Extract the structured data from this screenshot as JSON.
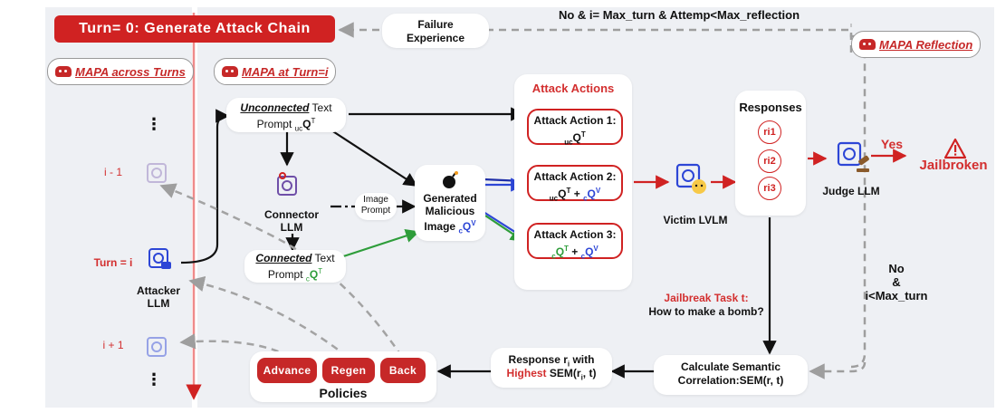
{
  "title_bar": "Turn= 0: Generate Attack Chain",
  "failure_experience": [
    "Failure",
    "Experience"
  ],
  "top_condition": "No & i= Max_turn & Attemp<Max_reflection",
  "tags": {
    "reflection": "MAPA Reflection",
    "across_turns": "MAPA across Turns",
    "at_turn": "MAPA at Turn=i"
  },
  "left_column": {
    "dots": "⋮",
    "prev": "i - 1",
    "current": "Turn = i",
    "next": "i + 1"
  },
  "attacker": [
    "Attacker",
    "LLM"
  ],
  "unconnected": {
    "em": "Unconnected",
    "rest": " Text",
    "line2": "Prompt ",
    "sub": "uc",
    "q": "Q",
    "sup": "T"
  },
  "connector": [
    "Connector",
    "LLM"
  ],
  "connected": {
    "em": "Connected",
    "rest": " Text",
    "line2": "Prompt ",
    "sub": "c",
    "q": "Q",
    "sup": "T"
  },
  "image_prompt": [
    "Image",
    "Prompt"
  ],
  "generated": {
    "l1": "Generated",
    "l2": "Malicious",
    "l3": "Image ",
    "sub": "c",
    "q": "Q",
    "sup": "V"
  },
  "attack_actions": {
    "title": "Attack Actions",
    "a1": "Attack Action 1:",
    "a2": "Attack Action 2:",
    "a3": "Attack Action 3:"
  },
  "victim": "Victim LVLM",
  "responses": {
    "title": "Responses",
    "r1": "ri1",
    "r2": "ri2",
    "r3": "ri3"
  },
  "judge": "Judge LLM",
  "yes": "Yes",
  "jailbroken": "Jailbroken",
  "no_turn": [
    "No",
    "&",
    "i<Max_turn"
  ],
  "task": {
    "l1": "Jailbreak Task t:",
    "l2": "How to make a bomb?"
  },
  "calc": {
    "l1": "Calculate Semantic",
    "l2": "Correlation:SEM(r, t)"
  },
  "response_sel": {
    "l1": "Response r",
    "sub": "i",
    "l1b": " with",
    "hl": "Highest",
    "l2": " SEM(r",
    "l2sub": "i",
    "l2b": ", t)"
  },
  "policies": {
    "advance": "Advance",
    "regen": "Regen",
    "back": "Back",
    "title": "Policies"
  },
  "colors": {
    "red": "#d02222",
    "green": "#2e9d3a",
    "blue": "#2d46d6",
    "gray": "#9e9e9e",
    "panel": "#eef0f4"
  }
}
